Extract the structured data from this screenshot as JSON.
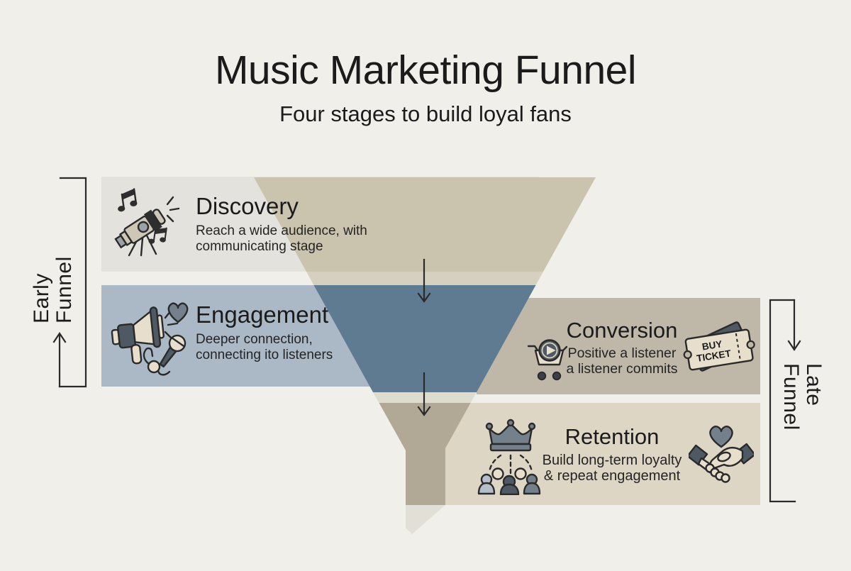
{
  "title": "Music Marketing Funnel",
  "subtitle": "Four stages to build loyal fans",
  "early_funnel": {
    "line1": "Early",
    "line2": "Funnel"
  },
  "late_funnel": {
    "line1": "Late",
    "line2": "Funnel"
  },
  "stages": {
    "discovery": {
      "label": "Discovery",
      "desc1": "Reach a wide audience, with",
      "desc2": "communicating stage"
    },
    "engagement": {
      "label": "Engagement",
      "desc1": "Deeper connection,",
      "desc2": "connecting ito listeners"
    },
    "conversion": {
      "label": "Conversion",
      "desc1": "Positive a listener",
      "desc2": "a listener commits",
      "ticket": {
        "line1": "BUY",
        "line2": "TICKET"
      }
    },
    "retention": {
      "label": "Retention",
      "desc1": "Build long-term loyalty",
      "desc2": "& repeat engagement"
    }
  },
  "icons": {
    "discovery": "telescope-music-notes-icon",
    "engagement": "megaphone-heart-microphone-icon",
    "conversion_cart": "cart-play-icon",
    "conversion_ticket": "buy-ticket-icon",
    "retention_fans": "crown-fans-icon",
    "retention_handshake": "handshake-heart-icon"
  },
  "colors": {
    "background": "#f0efe9",
    "bar_discovery": "#e4e2dc",
    "bar_engagement": "#abb9c7",
    "bar_conversion": "#bfb8a8",
    "bar_retention": "#ddd6c4",
    "funnel_top": "#cac3ae",
    "funnel_gap_top": "#d6d0c0",
    "funnel_middle": "#5e7b92",
    "funnel_gap_bottom": "#dedbcf",
    "funnel_bottom": "#b1a996",
    "funnel_tail": "#e2dfd6",
    "ink": "#1b1b1b",
    "line": "#2a2a2a"
  }
}
